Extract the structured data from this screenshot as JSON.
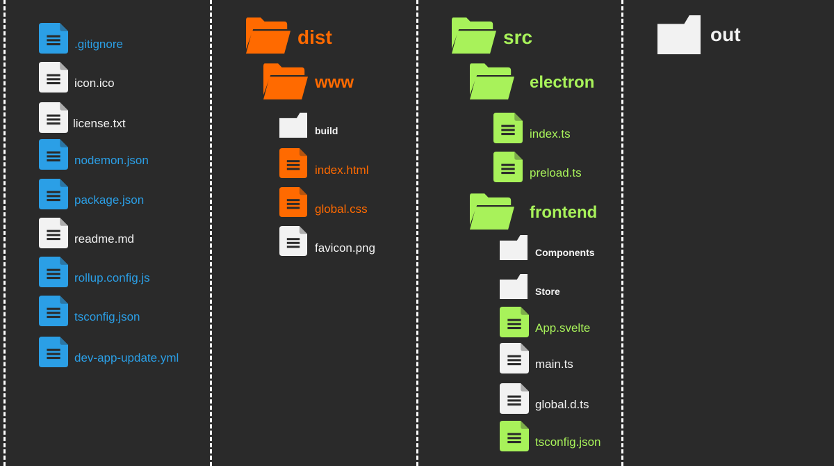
{
  "colors": {
    "background": "#2a2a2a",
    "blue": "#2b9fe6",
    "white": "#f2f2f2",
    "orange": "#ff6a00",
    "green": "#a8f25a"
  },
  "root_files": [
    {
      "name": ".gitignore",
      "color": "blue",
      "icon": "file-icon"
    },
    {
      "name": "icon.ico",
      "color": "white",
      "icon": "file-icon"
    },
    {
      "name": "license.txt",
      "color": "white",
      "icon": "file-icon"
    },
    {
      "name": "nodemon.json",
      "color": "blue",
      "icon": "file-icon"
    },
    {
      "name": "package.json",
      "color": "blue",
      "icon": "file-icon"
    },
    {
      "name": "readme.md",
      "color": "white",
      "icon": "file-icon"
    },
    {
      "name": "rollup.config.js",
      "color": "blue",
      "icon": "file-icon"
    },
    {
      "name": "tsconfig.json",
      "color": "blue",
      "icon": "file-icon"
    },
    {
      "name": "dev-app-update.yml",
      "color": "blue",
      "icon": "file-icon"
    }
  ],
  "dist": {
    "name": "dist",
    "www": {
      "name": "www",
      "children": [
        {
          "name": "build",
          "type": "folder",
          "color": "white"
        },
        {
          "name": "index.html",
          "type": "file",
          "color": "orange"
        },
        {
          "name": "global.css",
          "type": "file",
          "color": "orange"
        },
        {
          "name": "favicon.png",
          "type": "file",
          "color": "white"
        }
      ]
    }
  },
  "src": {
    "name": "src",
    "electron": {
      "name": "electron",
      "children": [
        {
          "name": "index.ts",
          "type": "file",
          "color": "green"
        },
        {
          "name": "preload.ts",
          "type": "file",
          "color": "green"
        }
      ]
    },
    "frontend": {
      "name": "frontend",
      "children": [
        {
          "name": "Components",
          "type": "folder",
          "color": "white"
        },
        {
          "name": "Store",
          "type": "folder",
          "color": "white"
        },
        {
          "name": "App.svelte",
          "type": "file",
          "color": "green"
        },
        {
          "name": "main.ts",
          "type": "file",
          "color": "white"
        },
        {
          "name": "global.d.ts",
          "type": "file",
          "color": "white"
        },
        {
          "name": "tsconfig.json",
          "type": "file",
          "color": "green"
        }
      ]
    }
  },
  "out": {
    "name": "out"
  }
}
